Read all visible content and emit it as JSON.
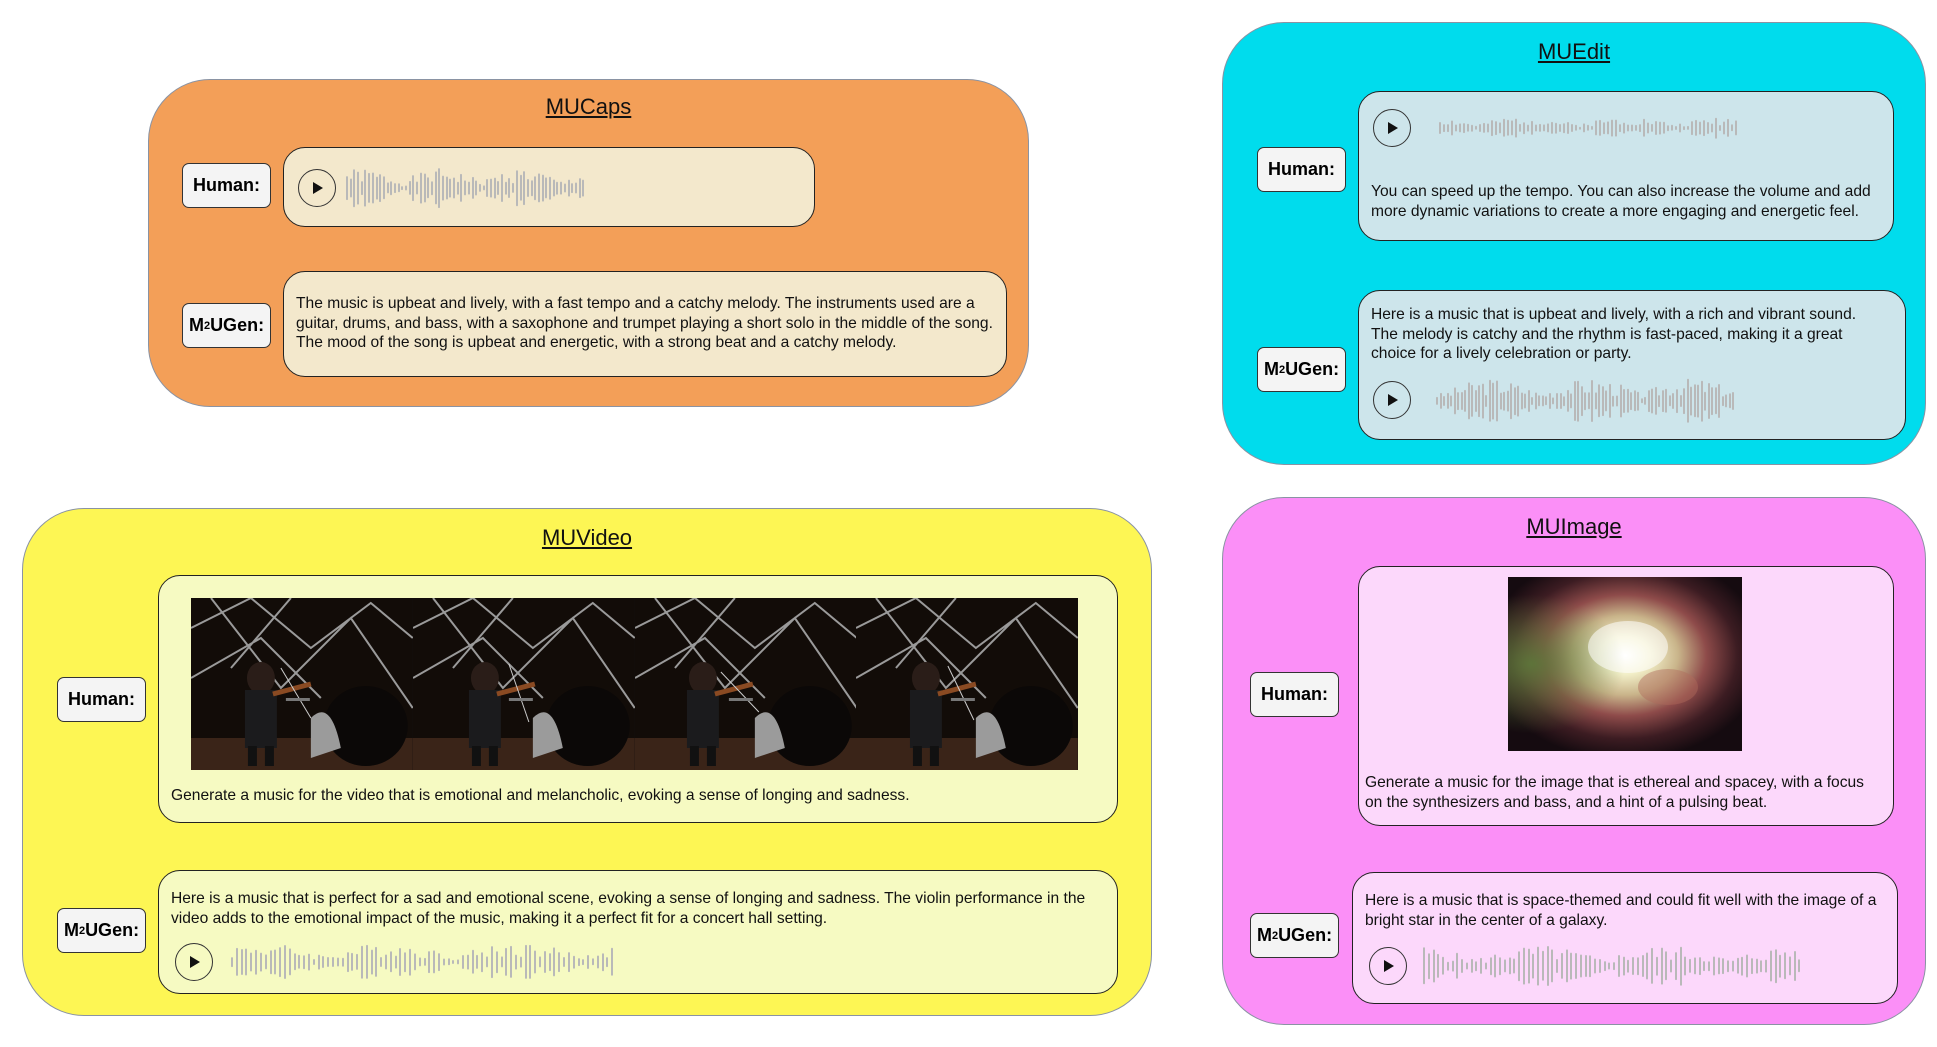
{
  "role_human": "Human:",
  "role_m2ugen_prefix": "M",
  "role_m2ugen_sup": "2",
  "role_m2ugen_suffix": "UGen:",
  "colors": {
    "mucaps_panel": "#f39f58",
    "mucaps_bubble": "#f3e8cc",
    "muedit_panel": "#00dced",
    "muedit_bubble": "#cde5eb",
    "muvideo_panel": "#fdf654",
    "muvideo_bubble": "#f6fac2",
    "muimage_panel": "#fb8ff7",
    "muimage_bubble": "#fcd8fb"
  },
  "mucaps": {
    "title": "MUCaps",
    "m2ugen_text": "The music is upbeat and lively, with a fast tempo and a catchy melody. The instruments used are a guitar, drums, and bass, with a saxophone and trumpet playing a short solo in the middle of the song. The mood of the song is upbeat and energetic, with a strong beat and a catchy melody."
  },
  "muedit": {
    "title": "MUEdit",
    "human_text": "You can speed up the tempo. You can also increase the volume and add more dynamic variations to create a more engaging and energetic feel.",
    "m2ugen_text": "Here is a music that is upbeat and lively, with a rich and vibrant sound. The melody is catchy and the rhythm is fast-paced, making it a great choice for a lively celebration or party."
  },
  "muvideo": {
    "title": "MUVideo",
    "human_text": "Generate a music for the video that is emotional and melancholic, evoking a sense of longing and sadness.",
    "m2ugen_text": "Here is a music that is perfect for a sad and emotional scene, evoking a sense of longing and sadness. The violin performance in the video adds to the emotional impact of the music, making it a perfect fit for a concert hall setting."
  },
  "muimage": {
    "title": "MUImage",
    "human_text": "Generate a music for the image that is ethereal and spacey, with a focus on the synthesizers and bass, and a hint of a pulsing beat.",
    "m2ugen_text": "Here is a music that is space-themed and could fit well with the image of a bright star in the center of a galaxy."
  }
}
